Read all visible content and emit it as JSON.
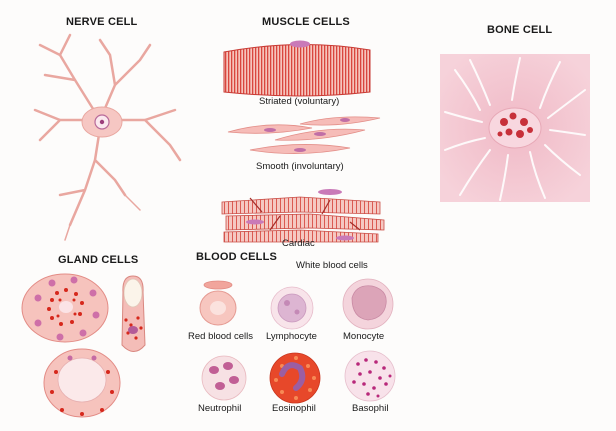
{
  "headings": {
    "nerve": "NERVE CELL",
    "muscle": "MUSCLE CELLS",
    "bone": "BONE CELL",
    "gland": "GLAND CELLS",
    "blood": "BLOOD CELLS"
  },
  "labels": {
    "striated": "Striated (voluntary)",
    "smooth": "Smooth (involuntary)",
    "cardiac": "Cardiac",
    "white": "White blood cells",
    "red": "Red blood cells",
    "lymphocyte": "Lymphocyte",
    "monocyte": "Monocyte",
    "neutrophil": "Neutrophil",
    "eosinophil": "Eosinophil",
    "basophil": "Basophil"
  },
  "colors": {
    "cell_pink": "#f4b8b8",
    "striation_red": "#d63a3a",
    "nucleus_purple": "#b0589a",
    "granule_red": "#c8261c",
    "bone_bg": "#f3c8d2"
  }
}
